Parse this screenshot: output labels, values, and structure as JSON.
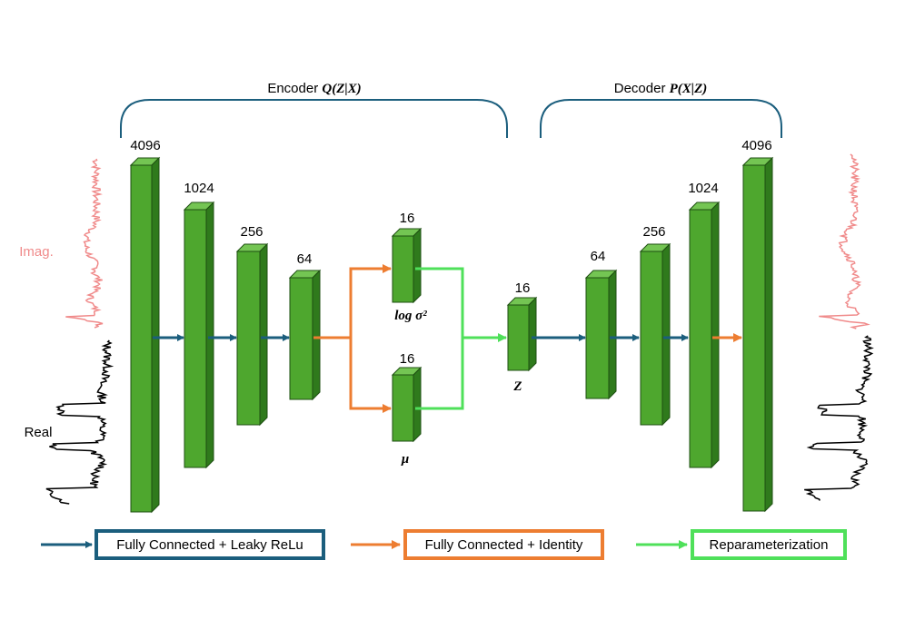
{
  "encoder": {
    "label": "Encoder",
    "formula": "Q(Z|X)"
  },
  "decoder": {
    "label": "Decoder",
    "formula": "P(X|Z)"
  },
  "layers": {
    "enc_4096": "4096",
    "enc_1024": "1024",
    "enc_256": "256",
    "enc_64": "64",
    "logvar_size": "16",
    "mu_size": "16",
    "z_size": "16",
    "dec_64": "64",
    "dec_256": "256",
    "dec_1024": "1024",
    "dec_4096": "4096"
  },
  "latent": {
    "logvar": "log σ²",
    "mu": "μ",
    "z": "Z"
  },
  "spectra": {
    "imag_label": "Imag.",
    "real_label": "Real"
  },
  "legend": {
    "fc_leaky": "Fully Connected + Leaky ReLu",
    "fc_identity": "Fully Connected + Identity",
    "reparam": "Reparameterization"
  },
  "colors": {
    "fc_leaky": "#1b5e7d",
    "fc_identity": "#ed7d31",
    "reparam": "#4fe05a",
    "block_front": "#4ea72e",
    "block_top": "#74c553",
    "block_side": "#2f7a1c",
    "block_edge": "#1e4f12",
    "imag_signal": "#f08a8a",
    "real_signal": "#000000"
  }
}
